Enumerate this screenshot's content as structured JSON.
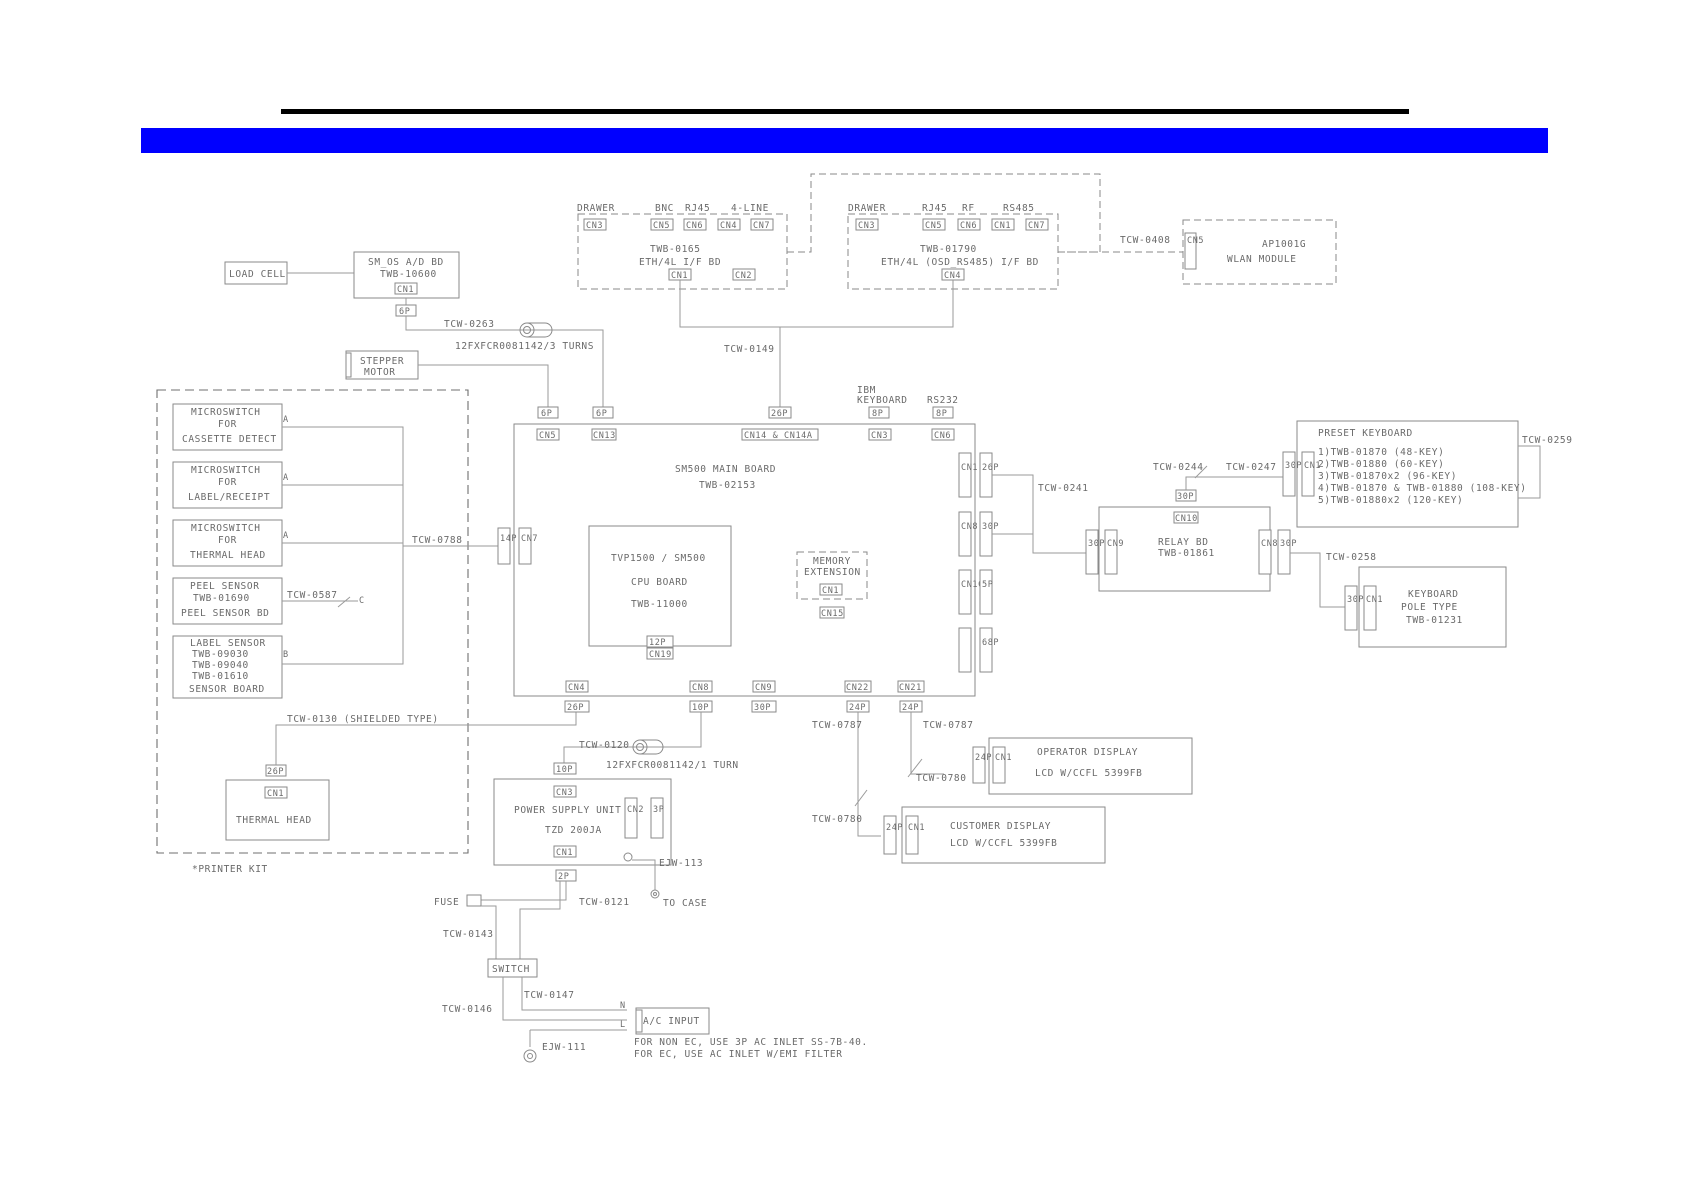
{
  "colors": {
    "banner": "#0000ff",
    "rule": "#000000",
    "line": "#8a8a8a",
    "text": "#6a6a6a"
  },
  "labels": {
    "load_cell": "LOAD CELL",
    "ad_bd_1": "SM_OS A/D BD",
    "ad_bd_2": "TWB-10600",
    "cn1": "CN1",
    "cn2": "CN2",
    "cn3": "CN3",
    "cn4": "CN4",
    "cn5": "CN5",
    "cn6": "CN6",
    "cn7": "CN7",
    "cn8": "CN8",
    "cn9": "CN9",
    "cn10": "CN10",
    "cn13": "CN13",
    "cn15": "CN15",
    "cn19": "CN19",
    "cn21": "CN21",
    "cn22": "CN22",
    "cn14_4a": "CN14 & CN14A",
    "p6": "6P",
    "p8": "8P",
    "p10": "10P",
    "p12": "12P",
    "p24": "24P",
    "p26": "26P",
    "p30": "30P",
    "p2": "2P",
    "p3": "3P",
    "p5": "5P",
    "p14": "14P",
    "p68": "68P",
    "tcw_0263": "TCW-0263",
    "ferrite_3": "12FXFCR0081142/3 TURNS",
    "ferrite_1": "12FXFCR0081142/1 TURN",
    "stepper_1": "STEPPER",
    "stepper_2": "MOTOR",
    "ms1_1": "MICROSWITCH",
    "ms1_2": "FOR",
    "ms1_3": "CASSETTE DETECT",
    "ms2_1": "MICROSWITCH",
    "ms2_2": "FOR",
    "ms2_3": "LABEL/RECEIPT",
    "ms3_1": "MICROSWITCH",
    "ms3_2": "FOR",
    "ms3_3": "THERMAL HEAD",
    "peel_1": "PEEL SENSOR",
    "peel_2": "TWB-01690",
    "peel_3": "PEEL SENSOR BD",
    "lbl_1": "LABEL SENSOR",
    "lbl_2": "TWB-09030",
    "lbl_3": "TWB-09040",
    "lbl_4": "TWB-01610",
    "lbl_5": "SENSOR BOARD",
    "mark_a": "A",
    "mark_b": "B",
    "mark_c": "C",
    "tcw_0788": "TCW-0788",
    "tcw_0587": "TCW-0587",
    "tcw_0130": "TCW-0130 (SHIELDED TYPE)",
    "thermal_head": "THERMAL HEAD",
    "printer_kit": "*PRINTER KIT",
    "drawer": "DRAWER",
    "bnc": "BNC",
    "rj45": "RJ45",
    "four_line": "4-LINE",
    "rf": "RF",
    "rs485": "RS485",
    "twb_0165": "TWB-0165",
    "eth_4l": "ETH/4L I/F BD",
    "twb_01790": "TWB-01790",
    "eth_4l_osd": "ETH/4L (OSD_RS485) I/F BD",
    "tcw_0408": "TCW-0408",
    "ap_1": "AP1001G",
    "ap_2": "WLAN MODULE",
    "tcw_0149": "TCW-0149",
    "ibm_1": "IBM",
    "ibm_2": "KEYBOARD",
    "rs232": "RS232",
    "main_1": "SM500 MAIN BOARD",
    "main_2": "TWB-02153",
    "cpu_1": "TVP1500 / SM500",
    "cpu_2": "CPU BOARD",
    "cpu_3": "TWB-11000",
    "mem_1": "MEMORY",
    "mem_2": "EXTENSION",
    "tcw_0241": "TCW-0241",
    "tcw_0244": "TCW-0244",
    "tcw_0247": "TCW-0247",
    "tcw_0259": "TCW-0259",
    "tcw_0258": "TCW-0258",
    "relay_1": "RELAY BD",
    "relay_2": "TWB-01861",
    "preset_0": "PRESET KEYBOARD",
    "preset_1": "1)TWB-01870 (48-KEY)",
    "preset_2": "2)TWB-01880 (60-KEY)",
    "preset_3": "3)TWB-01870x2 (96-KEY)",
    "preset_4": "4)TWB-01870 & TWB-01880 (108-KEY)",
    "preset_5": "5)TWB-01880x2 (120-KEY)",
    "pole_1": "KEYBOARD",
    "pole_2": "POLE TYPE",
    "pole_3": "TWB-01231",
    "tcw_0120": "TCW-0120",
    "psu_1": "POWER SUPPLY UNIT",
    "psu_2": "TZD 200JA",
    "ejw_113": "EJW-113",
    "to_case": "TO CASE",
    "fuse": "FUSE",
    "tcw_0121": "TCW-0121",
    "tcw_0143": "TCW-0143",
    "switch": "SWITCH",
    "tcw_0147": "TCW-0147",
    "tcw_0146": "TCW-0146",
    "mark_n": "N",
    "mark_l": "L",
    "ac_input": "A/C INPUT",
    "ejw_111": "EJW-111",
    "note_1": "FOR NON EC, USE 3P AC INLET SS-7B-40.",
    "note_2": "FOR EC, USE AC INLET W/EMI FILTER",
    "tcw_0787": "TCW-0787",
    "tcw_0780": "TCW-0780",
    "op_1": "OPERATOR DISPLAY",
    "op_2": "LCD W/CCFL 5399FB",
    "cust_1": "CUSTOMER DISPLAY",
    "cust_2": "LCD W/CCFL 5399FB"
  }
}
